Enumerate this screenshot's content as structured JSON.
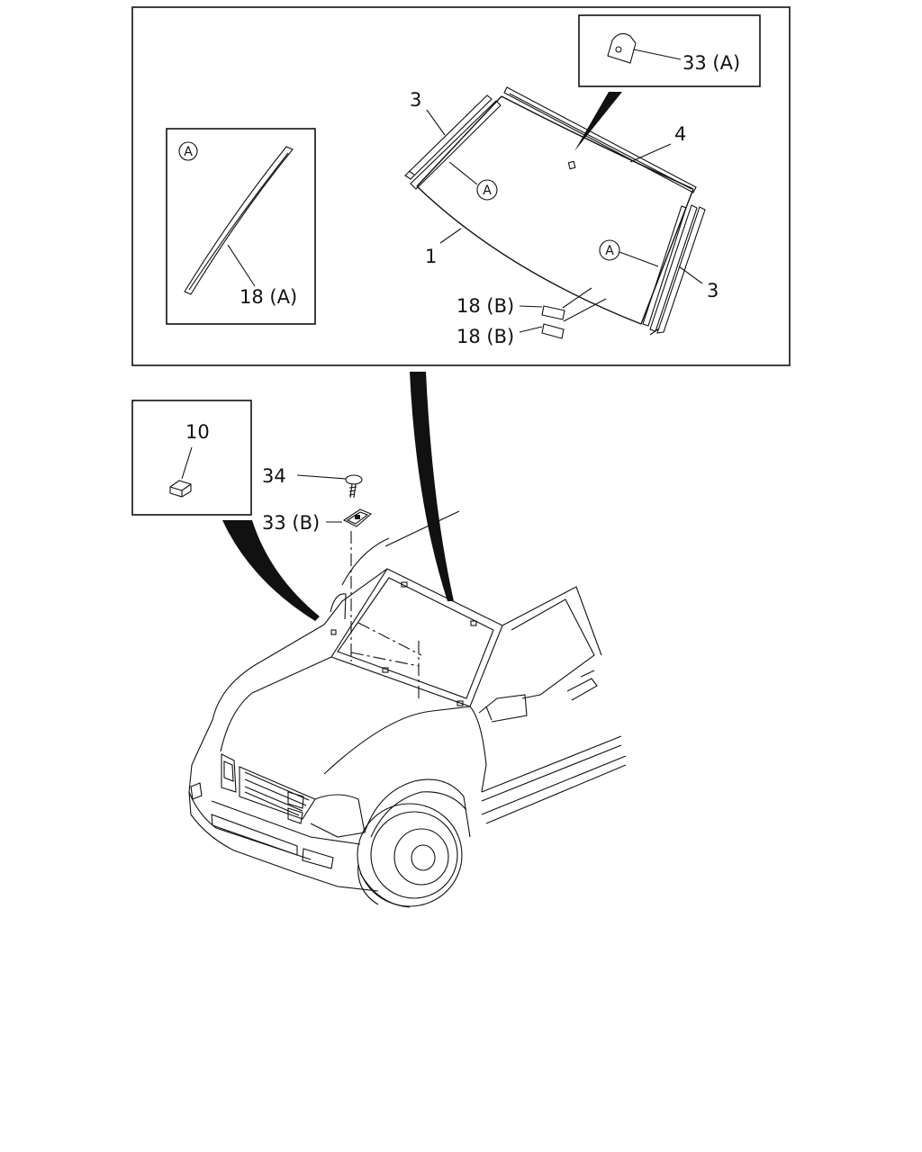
{
  "callouts": {
    "part_1": "1",
    "part_3_left": "3",
    "part_3_right": "3",
    "part_4": "4",
    "part_10": "10",
    "part_18a": "18 (A)",
    "part_18b_upper": "18 (B)",
    "part_18b_lower": "18 (B)",
    "part_33a": "33 (A)",
    "part_33b": "33 (B)",
    "part_34": "34"
  },
  "detail_markers": {
    "inset_a_title": "A",
    "marker_left": "A",
    "marker_right": "A"
  }
}
